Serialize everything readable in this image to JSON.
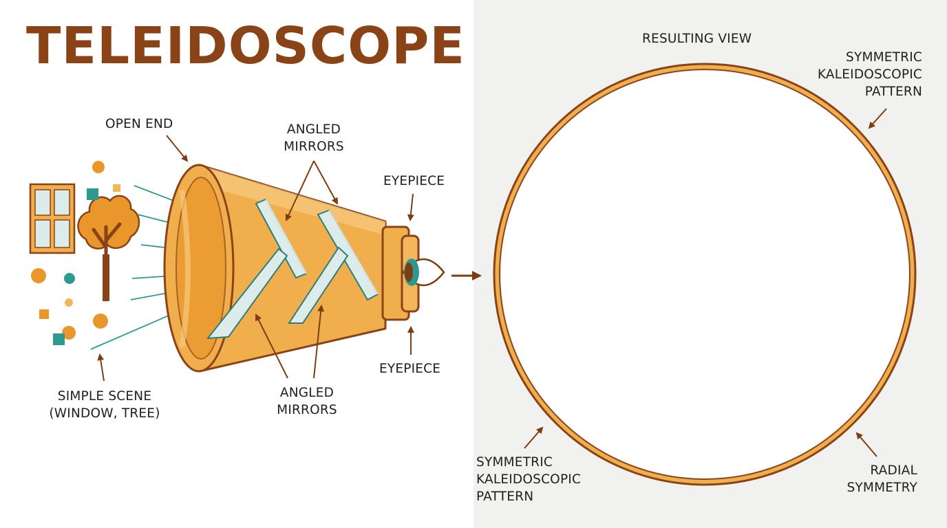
{
  "title": "TELEIDOSCOPE",
  "labels": {
    "open_end": "OPEN END",
    "angled_mirrors_top": "ANGLED\nMIRRORS",
    "eyepiece_top": "EYEPIECE",
    "eyepiece_bottom": "EYEPIECE",
    "angled_mirrors_bottom": "ANGLED\nMIRRORS",
    "simple_scene": "SIMPLE SCENE\n(WINDOW, TREE)",
    "resulting_view": "RESULTING VIEW",
    "symmetric_pattern_top": "SYMMETRIC\nKALEIDOSCOPIC\nPATTERN",
    "symmetric_pattern_bottom": "SYMMETRIC\nKALEIDOSCOPIC\nPATTERN",
    "radial_symmetry": "RADIAL\nSYMMETRY"
  },
  "colors": {
    "title_brown": "#8a4316",
    "outline_brown": "#8a4316",
    "tube_orange": "#f0ae4c",
    "tube_light": "#f6c77a",
    "accent_orange": "#e9962a",
    "teal": "#2e9990",
    "glass": "#dbecea",
    "background_right": "#f1f1ef"
  }
}
